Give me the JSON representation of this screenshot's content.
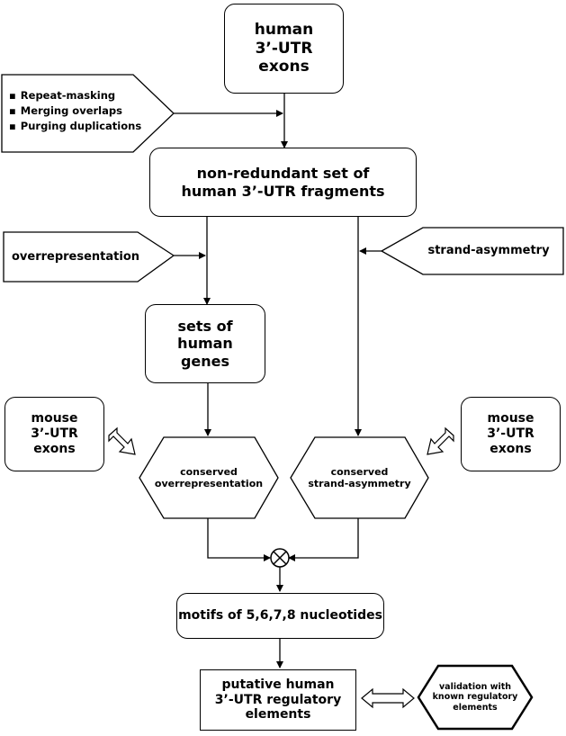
{
  "boxes": {
    "human_utr_exons": [
      "human",
      "3’-UTR",
      "exons"
    ],
    "nonredundant_set": [
      "non-redundant set of",
      "human 3’-UTR fragments"
    ],
    "sets_of_genes": [
      "sets of",
      "human",
      "genes"
    ],
    "mouse_left": [
      "mouse",
      "3’-UTR",
      "exons"
    ],
    "mouse_right": [
      "mouse",
      "3’-UTR",
      "exons"
    ],
    "motifs": "motifs of 5,6,7,8 nucleotides",
    "putative": [
      "putative human",
      "3’-UTR regulatory",
      "elements"
    ]
  },
  "pentagons": {
    "preprocessing": [
      "Repeat-masking",
      "Merging overlaps",
      "Purging duplications"
    ],
    "overrepresentation": "overrepresentation",
    "strand_asymmetry": "strand-asymmetry"
  },
  "hexagons": {
    "conserved_overrep": [
      "conserved",
      "overrepresentation"
    ],
    "conserved_strand": [
      "conserved",
      "strand-asymmetry"
    ],
    "validation": [
      "validation with",
      "known regulatory",
      "elements"
    ]
  },
  "colors": {
    "stroke": "#000000",
    "fill": "#ffffff"
  }
}
